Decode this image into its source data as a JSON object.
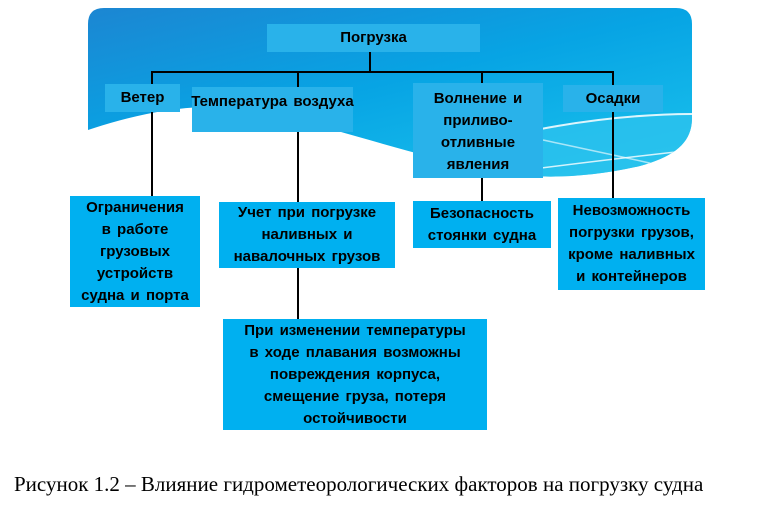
{
  "diagram": {
    "root": {
      "label": "Погрузка"
    },
    "level2": [
      {
        "label": "Ветер"
      },
      {
        "label": "Температура воздуха"
      },
      {
        "label": "Волнение и\nприливо-\nотливные\nявления"
      },
      {
        "label": "Осадки"
      }
    ],
    "level3": [
      {
        "text": "Ограничения\nв работе\nгрузовых\nустройств\nсудна и порта"
      },
      {
        "text": "Учет при погрузке\nналивных и\nнавалочных грузов"
      },
      {
        "text": "Безопасность\nстоянки судна"
      },
      {
        "text": "Невозможность\nпогрузки грузов,\nкроме наливных\nи контейнеров"
      },
      {
        "text": "При изменении температуры\nв ходе плавания возможны\nповреждения корпуса,\nсмещение груза, потеря\nостойчивости"
      }
    ]
  },
  "caption": {
    "text": "Рисунок 1.2 – Влияние гидрометеорологических факторов на погрузку судна"
  },
  "colors": {
    "banner_gradient_start": "#1c86d2",
    "banner_gradient_end": "#19c0ec",
    "node_fill": "#29b2ea",
    "effect_fill": "#00b0f0",
    "connector": "#000000",
    "wave_highlight": "#2fc3ee"
  }
}
